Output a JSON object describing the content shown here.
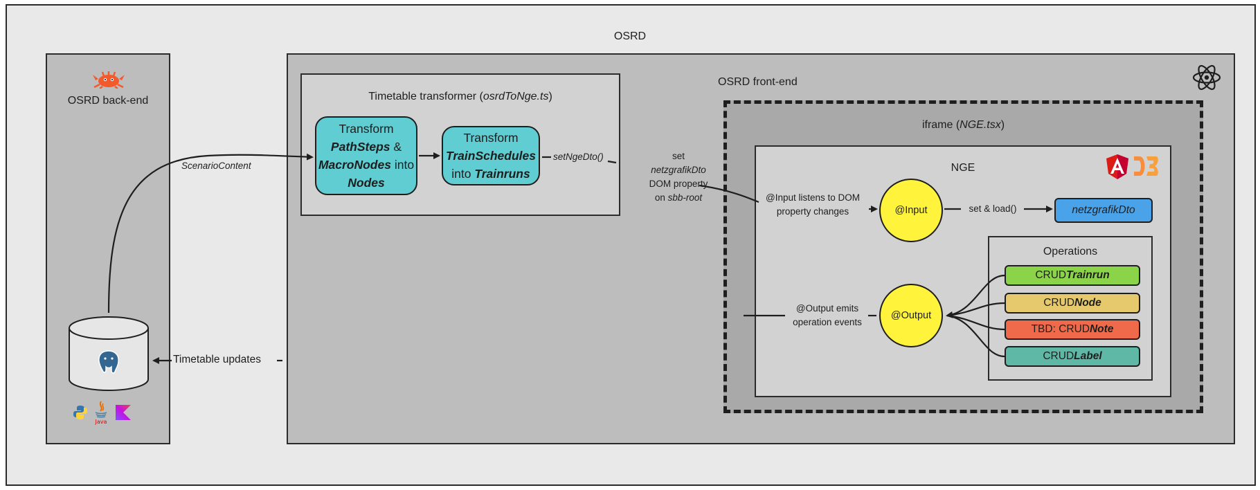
{
  "diagram": {
    "osrd_label": "OSRD",
    "backend": {
      "title": "OSRD back-end",
      "tech_icons": [
        "rust-crab-icon",
        "postgresql-icon",
        "python-icon",
        "java-icon",
        "kotlin-icon"
      ]
    },
    "frontend": {
      "title": "OSRD front-end",
      "tech_icon": "react-icon"
    },
    "transformer": {
      "title_prefix": "Timetable transformer (",
      "title_file": "osrdToNge.ts",
      "title_suffix": ")",
      "step1": {
        "l1": "Transform",
        "bold1": "PathSteps",
        "amp": " &",
        "bold2": "MacroNodes",
        "into": " into",
        "bold3": "Nodes"
      },
      "step2": {
        "l1": "Transform",
        "bold1": "TrainSchedules",
        "into": "into ",
        "bold2": "Trainruns"
      }
    },
    "iframe": {
      "title_prefix": "iframe (",
      "title_file": "NGE.tsx",
      "title_suffix": ")"
    },
    "nge": {
      "title": "NGE",
      "tech_icons": [
        "angular-icon",
        "d3-icon"
      ],
      "input_node": "@Input",
      "output_node": "@Output",
      "dto_node": "netzgrafikDto",
      "set_load": "set & load()",
      "input_listens": {
        "l1": "@Input listens to DOM",
        "l2": "property changes"
      },
      "output_emits": {
        "l1": "@Output emits",
        "l2": "operation events"
      }
    },
    "operations": {
      "title": "Operations",
      "items": [
        {
          "prefix": "CRUD ",
          "bold": "Trainrun",
          "color": "#8bd44a"
        },
        {
          "prefix": "CRUD ",
          "bold": "Node",
          "color": "#e5c96c"
        },
        {
          "prefix": "TBD: CRUD ",
          "bold": "Note",
          "color": "#ee6a4a"
        },
        {
          "prefix": "CRUD ",
          "bold": "Label",
          "color": "#5fb8a6"
        }
      ]
    },
    "edges": {
      "scenario_content": "ScenarioContent",
      "set_nge_dto": "setNgeDto()",
      "set_dom": {
        "l1_prefix": "set ",
        "l1_italic": "netzgrafikDto",
        "l2": "DOM property",
        "l3_prefix": "on ",
        "l3_italic": "sbb-root"
      },
      "timetable_updates": "Timetable updates"
    },
    "colors": {
      "transform_node": "#5fcdd2",
      "event_node": "#fff33b",
      "dto_node": "#4aa3e8",
      "iframe_bg": "#a9a9a9",
      "container_bg": "#bdbdbd"
    }
  }
}
